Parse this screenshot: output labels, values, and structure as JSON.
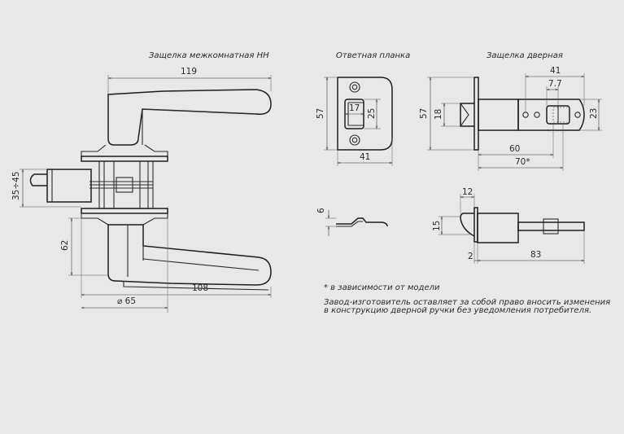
{
  "titles": {
    "latch_interior": "Защелка межкомнатная НН",
    "strike_plate": "Ответная планка",
    "latch_door": "Защелка дверная"
  },
  "dimensions": {
    "handle_length": "119",
    "backset": "35÷45",
    "spacing": "62",
    "lower_length": "108",
    "rosette_diameter": "⌀ 65",
    "plate_height": "57",
    "plate_slot_w": "17",
    "plate_slot_h": "25",
    "plate_width": "41",
    "plate_thickness": "6",
    "latch_height": "57",
    "bolt_height": "18",
    "tail_length": "41",
    "tail_hole": "7.7",
    "tail_height": "23",
    "latch_60": "60",
    "latch_70": "70*",
    "side_12": "12",
    "side_15": "15",
    "side_2": "2",
    "side_83": "83"
  },
  "notes": {
    "model_note": "* в зависимости от модели",
    "disclaimer_line1": "Завод-изготовитель оставляет за собой право вносить изменения",
    "disclaimer_line2": "в конструкцию дверной ручки без уведомления потребителя."
  }
}
